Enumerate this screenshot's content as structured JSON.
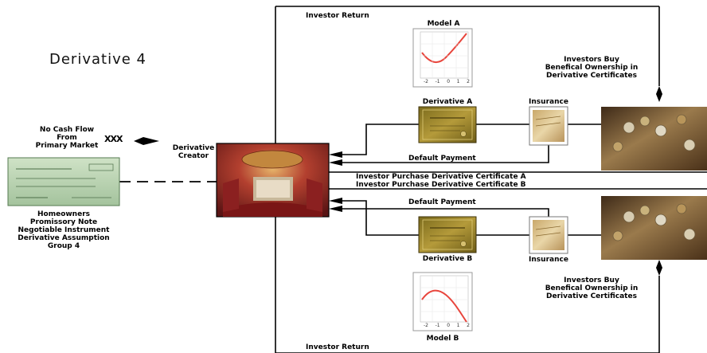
{
  "title": "Derivative 4",
  "labels": {
    "investor_return_top": "Investor Return",
    "investor_return_bottom": "Investor Return",
    "model_a": "Model A",
    "model_b": "Model B",
    "derivative_a": "Derivative A",
    "derivative_b": "Derivative B",
    "insurance_a": "Insurance",
    "insurance_b": "Insurance",
    "default_payment_a": "Default Payment",
    "default_payment_b": "Default Payment",
    "purchase_a": "Investor Purchase Derivative Certificate A",
    "purchase_b": "Investor Purchase Derivative Certificate B",
    "creator": [
      "Derivative",
      "Creator"
    ],
    "no_cash_flow": [
      "No Cash Flow",
      "From",
      "Primary Market"
    ],
    "no_cash_mark": "XXX",
    "homeowners": [
      "Homeowners",
      "Promissory Note",
      "Negotiable Instrument",
      "Derivative Assumption",
      "Group 4"
    ],
    "investors_buy_top": [
      "Investors Buy",
      "Benefical Ownership in",
      "Derivative Certificates"
    ],
    "investors_buy_bottom": [
      "Investors Buy",
      "Benefical Ownership in",
      "Derivative Certificates"
    ]
  },
  "model_axis_ticks": [
    "-2",
    "-1",
    "0",
    "1",
    "2"
  ],
  "colors": {
    "line": "#000000",
    "curve": "#e8453c",
    "certificate": "#a38a2a",
    "theater": "#a0262a",
    "coins": "#6b4a28",
    "check": "#b9d4b4",
    "insurance": "#d8c08c"
  },
  "icons": {
    "check": "promissory-note-check-image",
    "creator": "theater-auditorium-image",
    "certificate": "stock-certificate-image",
    "insurance": "insurance-document-image",
    "investors": "coins-and-money-image"
  }
}
